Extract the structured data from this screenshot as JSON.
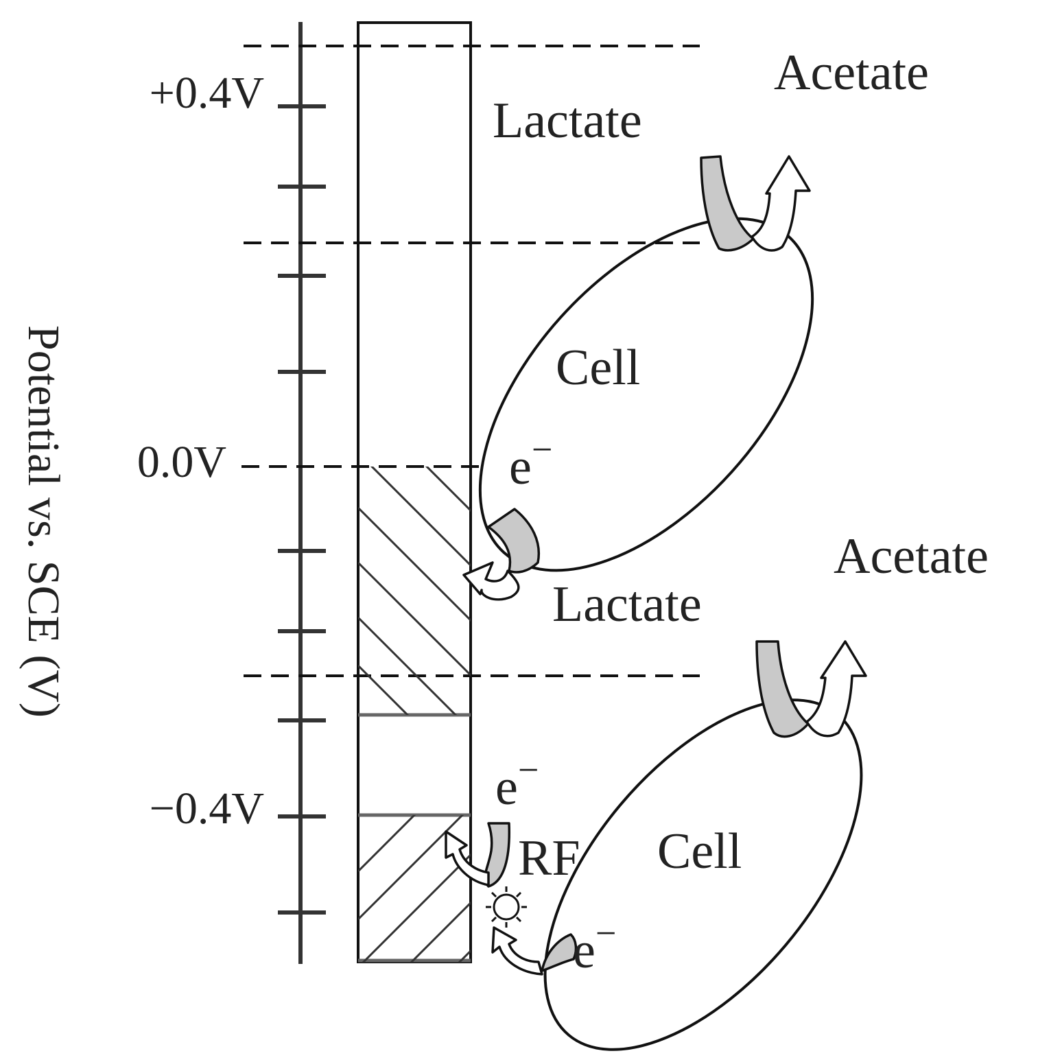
{
  "axis": {
    "title": "Potential vs. SCE (V)",
    "ticks": {
      "top": "+0.4V",
      "middle": "0.0V",
      "bottom": "−0.4V"
    }
  },
  "labels": {
    "acetate_top": "Acetate",
    "lactate_top": "Lactate",
    "cell_top": "Cell",
    "electron_top": "e",
    "electron_sign": "−",
    "acetate_bottom": "Acetate",
    "lactate_bottom": "Lactate",
    "electron_mid": "e",
    "rf": "RF",
    "cell_bottom": "Cell",
    "electron_bottom": "e"
  }
}
